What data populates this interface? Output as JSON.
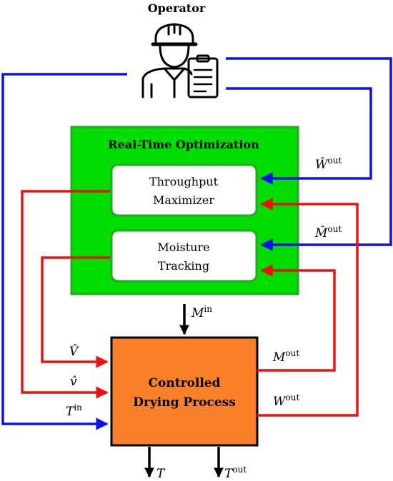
{
  "operator": {
    "label": "Operator"
  },
  "rto": {
    "title": "Real-Time Optimization",
    "throughput": {
      "line1": "Throughput",
      "line2": "Maximizer"
    },
    "moisture": {
      "line1": "Moisture",
      "line2": "Tracking"
    }
  },
  "process": {
    "line1": "Controlled",
    "line2": "Drying Process"
  },
  "signals": {
    "w_hat_out": {
      "sym": "Ŵ",
      "sup": "out"
    },
    "m_hat_out": {
      "sym": "M̂",
      "sup": "out"
    },
    "m_in": {
      "sym": "M",
      "sup": "in"
    },
    "v_hat_upper": {
      "sym": "V̂",
      "sup": ""
    },
    "v_hat_lower": {
      "sym": "v̂",
      "sup": ""
    },
    "t_in": {
      "sym": "T",
      "sup": "in"
    },
    "m_out": {
      "sym": "M",
      "sup": "out"
    },
    "w_out": {
      "sym": "W",
      "sup": "out"
    },
    "t": {
      "sym": "T",
      "sup": ""
    },
    "t_out": {
      "sym": "T",
      "sup": "out"
    }
  },
  "colors": {
    "rto_fill": "#00dd00",
    "rto_border": "#22aa22",
    "process_fill": "#f88028",
    "blue": "#1010ee",
    "red": "#ee1010",
    "black": "#000000"
  }
}
